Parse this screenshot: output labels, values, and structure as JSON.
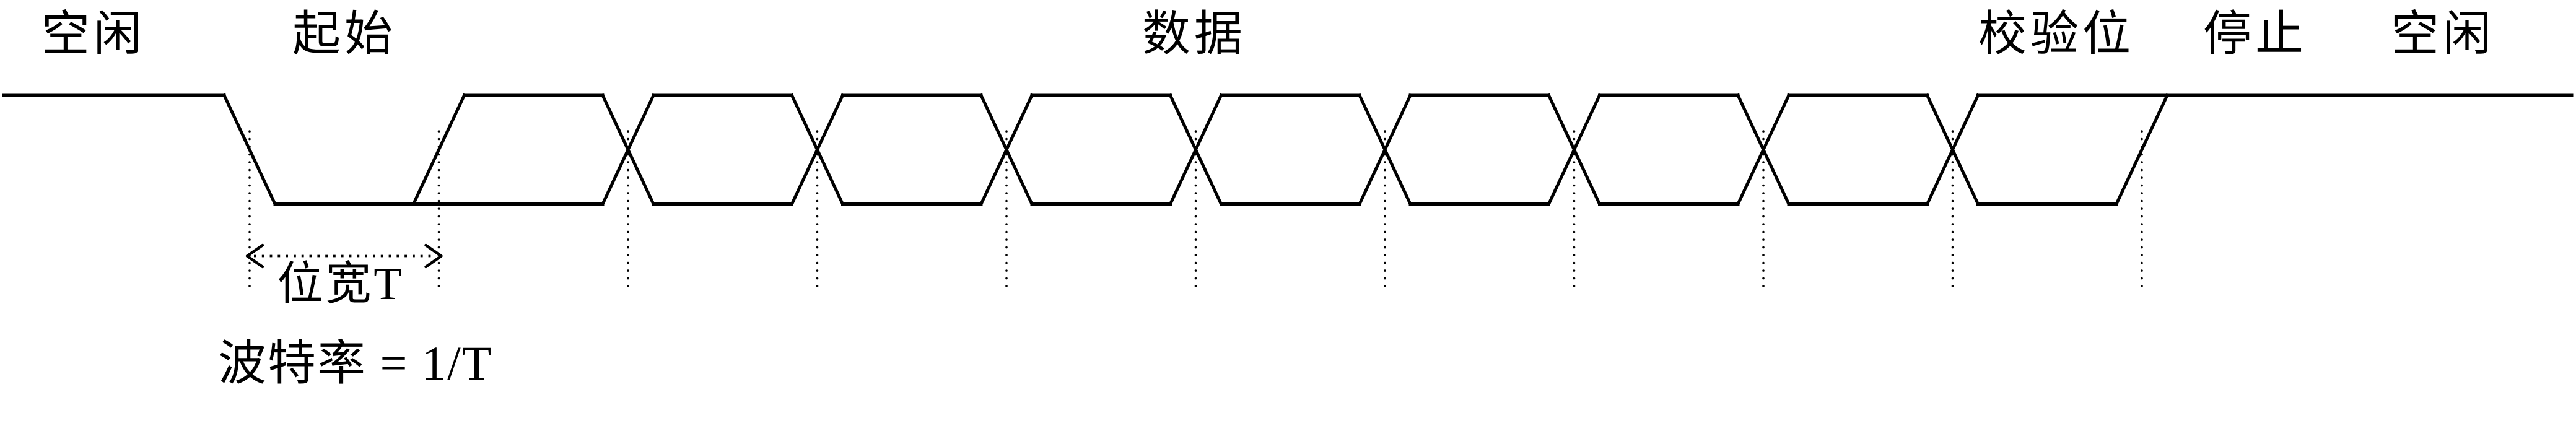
{
  "figure": {
    "type": "uart-frame-timing-diagram",
    "background_color": "#ffffff",
    "line_color": "#000000"
  },
  "labels": {
    "idle_left": "空闲",
    "start": "起始",
    "data": "数据",
    "parity": "校验位",
    "stop": "停止",
    "idle_right": "空闲"
  },
  "annotations": {
    "bit_width": "位宽T",
    "baud_rate_formula": "波特率 = 1/T"
  },
  "waveform": {
    "signal_levels": [
      "high",
      "low"
    ],
    "frame_fields": [
      {
        "label": "空闲",
        "role": "idle",
        "level": "high",
        "bits": 0
      },
      {
        "label": "起始",
        "role": "start",
        "level": "low",
        "bits": 1
      },
      {
        "label": "数据",
        "role": "data",
        "level": "high-or-low",
        "bits": 8
      },
      {
        "label": "校验位",
        "role": "parity",
        "level": "high-or-low",
        "bits": 1
      },
      {
        "label": "停止",
        "role": "stop",
        "level": "high",
        "bits": 1
      },
      {
        "label": "空闲",
        "role": "idle",
        "level": "high",
        "bits": 0
      }
    ],
    "bit_boundary_marks": 11,
    "eye_crossings": 8
  }
}
